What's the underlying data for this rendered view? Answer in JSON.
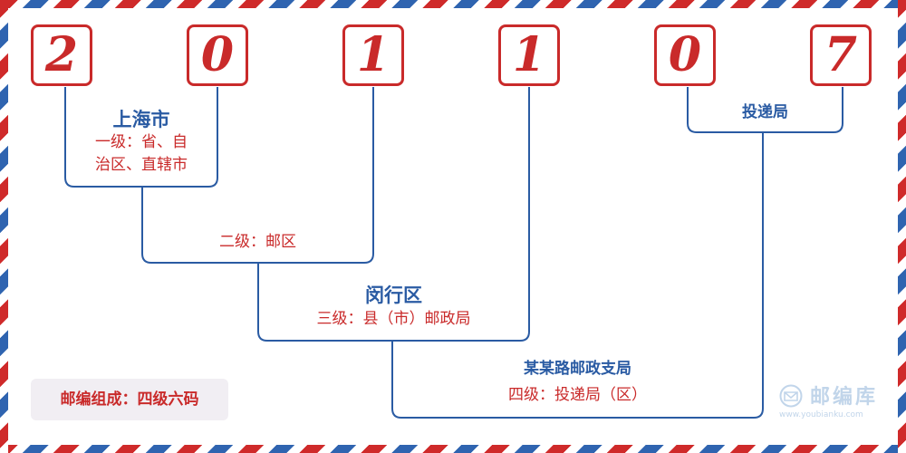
{
  "postal_code": {
    "digits": [
      "2",
      "0",
      "1",
      "1",
      "0",
      "7"
    ]
  },
  "hierarchy": {
    "province": {
      "name": "上海市",
      "level_line1": "一级：省、自",
      "level_line2": "治区、直辖市"
    },
    "postal_zone": {
      "level": "二级：邮区"
    },
    "county": {
      "name": "闵行区",
      "level": "三级：县（市）邮政局"
    },
    "branch": {
      "name": "某某路邮政支局",
      "level": "四级：投递局（区）"
    },
    "delivery": {
      "name": "投递局"
    }
  },
  "legend": {
    "text": "邮编组成：四级六码"
  },
  "logo": {
    "text": "邮编库",
    "url": "www.youbianku.com"
  },
  "colors": {
    "red": "#c92a2a",
    "blue": "#2a5ba3",
    "airmail_red": "#cf2a2a",
    "airmail_blue": "#2f64b0"
  }
}
